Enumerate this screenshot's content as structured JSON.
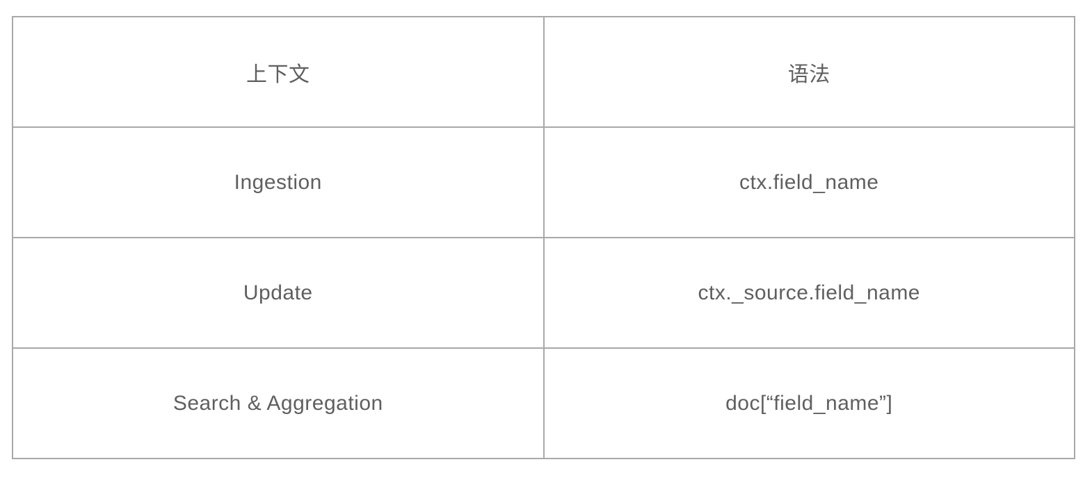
{
  "table": {
    "columns": [
      {
        "label": "上下文"
      },
      {
        "label": "语法"
      }
    ],
    "rows": [
      {
        "context": "Ingestion",
        "syntax": "ctx.field_name"
      },
      {
        "context": "Update",
        "syntax": "ctx._source.field_name"
      },
      {
        "context": "Search & Aggregation",
        "syntax": "doc[“field_name”]"
      }
    ],
    "colors": {
      "border": "#a8a8a8",
      "text": "#5f5f5f",
      "background": "#ffffff"
    }
  }
}
